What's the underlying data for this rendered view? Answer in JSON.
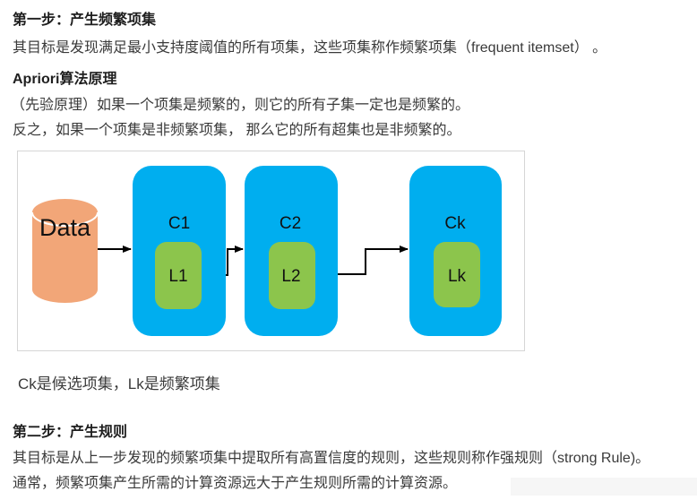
{
  "article": {
    "step1": {
      "heading": "第一步：产生频繁项集",
      "body": "其目标是发现满足最小支持度阈值的所有项集，这些项集称作频繁项集（frequent itemset） 。"
    },
    "principle": {
      "heading": "Apriori算法原理",
      "line1": "（先验原理）如果一个项集是频繁的，则它的所有子集一定也是频繁的。",
      "line2": "反之，如果一个项集是非频繁项集， 那么它的所有超集也是非频繁的。"
    },
    "figure_caption": "Ck是候选项集，Lk是频繁项集",
    "step2": {
      "heading": "第二步：产生规则",
      "body1": "其目标是从上一步发现的频繁项集中提取所有高置信度的规则，这些规则称作强规则（strong Rule)。",
      "body2": "通常，频繁项集产生所需的计算资源远大于产生规则所需的计算资源。"
    }
  },
  "diagram": {
    "data_label": "Data",
    "stages": [
      {
        "candidate": "C1",
        "frequent": "L1"
      },
      {
        "candidate": "C2",
        "frequent": "L2"
      },
      {
        "candidate": "Ck",
        "frequent": "Lk"
      }
    ],
    "colors": {
      "cylinder": "#f2a678",
      "rim": "#ffffff",
      "candidate_box": "#00aeef",
      "frequent_box": "#8cc54c",
      "arrow": "#000000",
      "label": "#111111",
      "frame_border": "#d6d6d6"
    }
  }
}
